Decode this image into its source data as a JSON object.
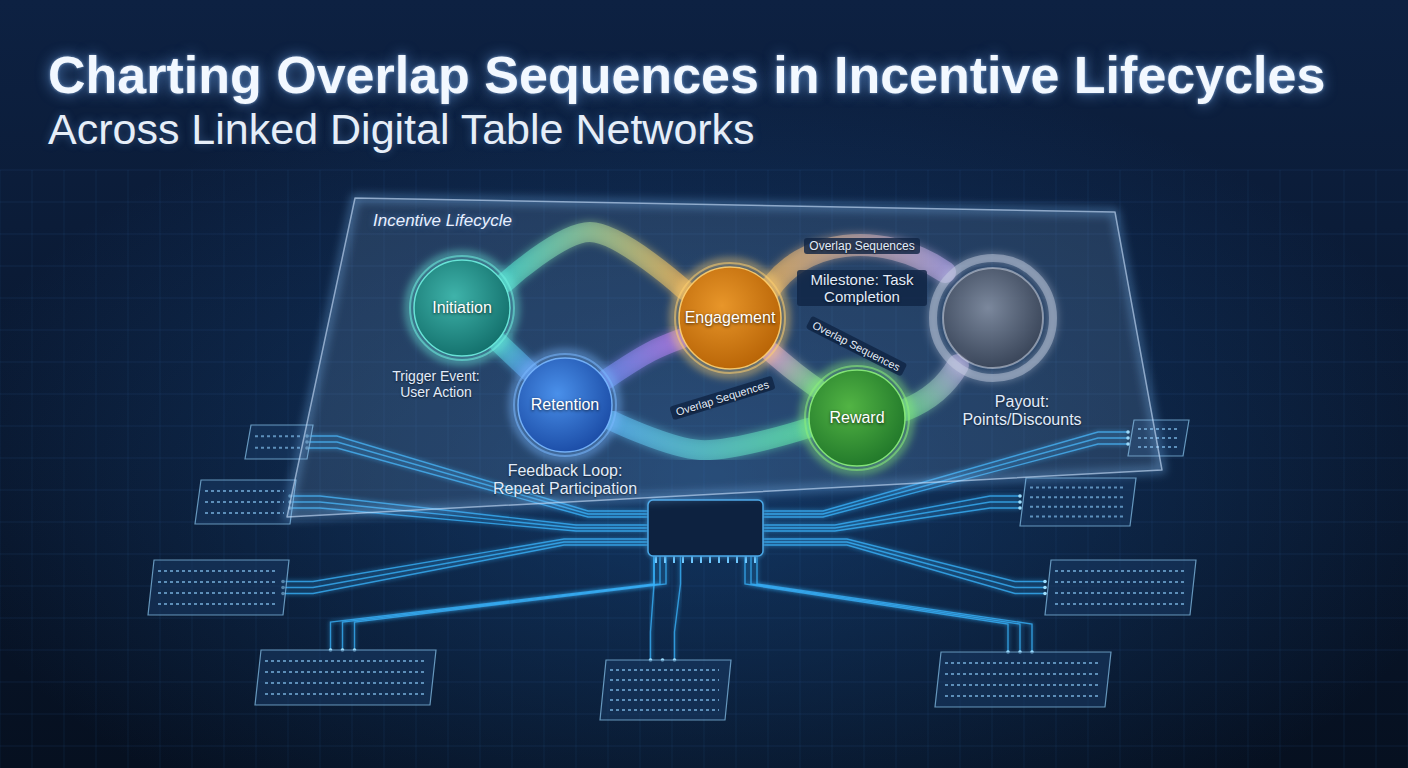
{
  "diagram": {
    "title": "Charting Overlap Sequences in Incentive Lifecycles",
    "nodes": [
      {
        "text": [
          "Incentive Lifecycle"
        ]
      },
      {
        "text": [
          "Initiation"
        ],
        "in": 0
      },
      {
        "text": [
          "Engagement"
        ],
        "in": 0
      },
      {
        "text": [
          "Retention"
        ],
        "in": 0
      },
      {
        "text": [
          "Reward"
        ],
        "in": 0
      }
    ],
    "edges": [
      {
        "from": 1,
        "to": 2,
        "arrow": "none"
      },
      {
        "from": 1,
        "to": 3,
        "arrow": "none"
      },
      {
        "from": 3,
        "to": 2,
        "arrow": "none"
      },
      {
        "from": 2,
        "to": 4,
        "arrow": "none"
      },
      {
        "from": 3,
        "to": 4,
        "arrow": "none"
      }
    ],
    "labels": [
      "Across Linked Digital Table Networks",
      "Overlap Sequences",
      "Milestone: Task Completion",
      "Overlap Sequences",
      "Trigger Event: User Action",
      "Overlap Sequences",
      "Payout: Points/Discounts",
      "Feedback Loop: Repeat Participation"
    ]
  }
}
